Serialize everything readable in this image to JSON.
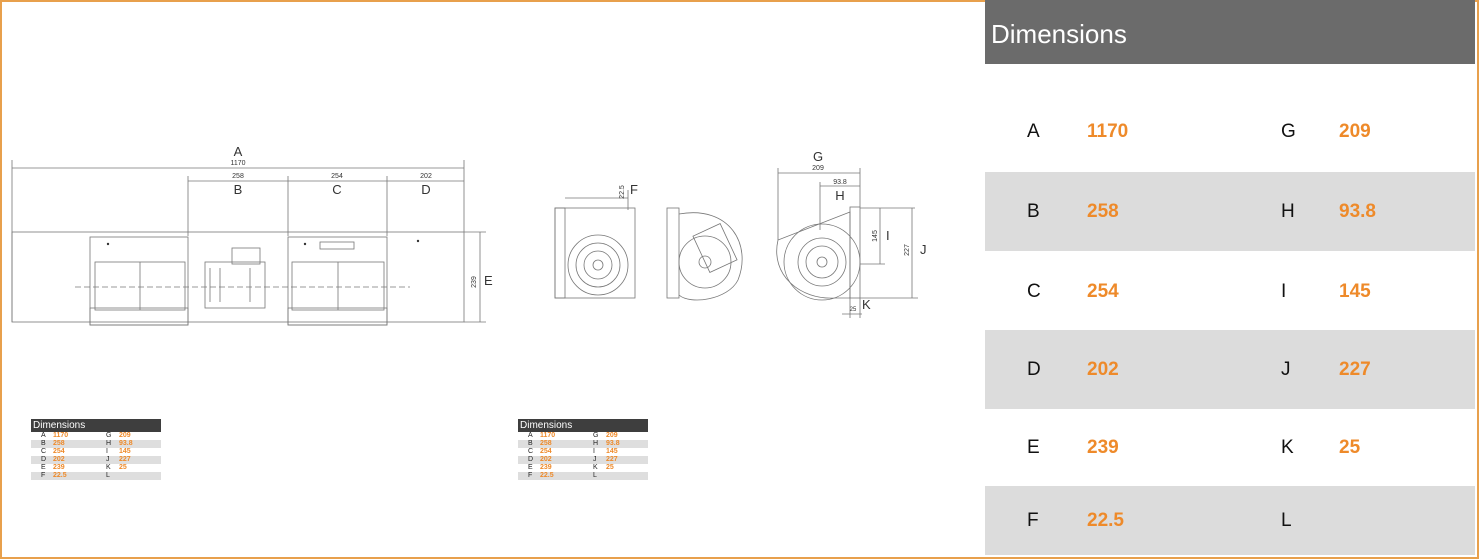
{
  "drawing": {
    "front_view": {
      "labels": {
        "A": "A",
        "A_val": "1170",
        "B": "B",
        "B_val": "258",
        "C": "C",
        "C_val": "254",
        "D": "D",
        "D_val": "202",
        "E": "E",
        "E_val": "239"
      }
    },
    "side_view": {
      "labels": {
        "F": "F",
        "F_val": "22.5",
        "G": "G",
        "G_val": "209",
        "H": "H",
        "H_val": "93.8",
        "I": "I",
        "I_val": "145",
        "J": "J",
        "J_val": "227",
        "K": "K",
        "K_val": "25"
      }
    }
  },
  "dimensions_table": {
    "title": "Dimensions",
    "rows": [
      {
        "k1": "A",
        "v1": "1170",
        "k2": "G",
        "v2": "209"
      },
      {
        "k1": "B",
        "v1": "258",
        "k2": "H",
        "v2": "93.8"
      },
      {
        "k1": "C",
        "v1": "254",
        "k2": "I",
        "v2": "145"
      },
      {
        "k1": "D",
        "v1": "202",
        "k2": "J",
        "v2": "227"
      },
      {
        "k1": "E",
        "v1": "239",
        "k2": "K",
        "v2": "25"
      },
      {
        "k1": "F",
        "v1": "22.5",
        "k2": "L",
        "v2": ""
      }
    ]
  },
  "colors": {
    "accent": "#EE8A2A",
    "frame": "#E8A04C",
    "header_bg": "#6b6b6b",
    "row_shade": "#dcdcdc"
  }
}
